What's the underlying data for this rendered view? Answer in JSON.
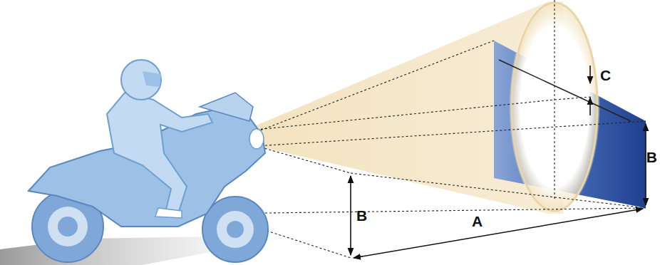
{
  "diagram": {
    "labels": [
      "C",
      "B",
      "A",
      "B"
    ]
  }
}
